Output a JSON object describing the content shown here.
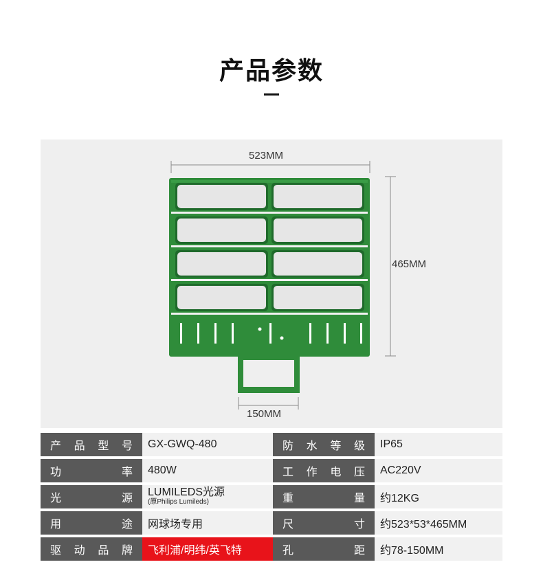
{
  "header": {
    "title": "产品参数"
  },
  "dimensions": {
    "width": "523MM",
    "height": "465MM",
    "bracket": "150MM"
  },
  "colors": {
    "housing": "#2f8c3a",
    "label_bg": "#595959",
    "value_bg": "#f1f1f1",
    "highlight": "#e8131a"
  },
  "specs": [
    {
      "l1": "产品型号",
      "v1": "GX-GWQ-480",
      "l2": "防水等级",
      "v2": "IP65"
    },
    {
      "l1": "功率",
      "v1": "480W",
      "l2": "工作电压",
      "v2": "AC220V"
    },
    {
      "l1": "光源",
      "v1": "LUMILEDS光源",
      "v1_sub": "(原Philips Lumileds)",
      "l2": "重量",
      "v2": "约12KG"
    },
    {
      "l1": "用途",
      "v1": "网球场专用",
      "l2": "尺寸",
      "v2": "约523*53*465MM"
    },
    {
      "l1": "驱动品牌",
      "v1": "飞利浦/明纬/英飞特",
      "l2": "孔距",
      "v2": "约78-150MM"
    }
  ]
}
